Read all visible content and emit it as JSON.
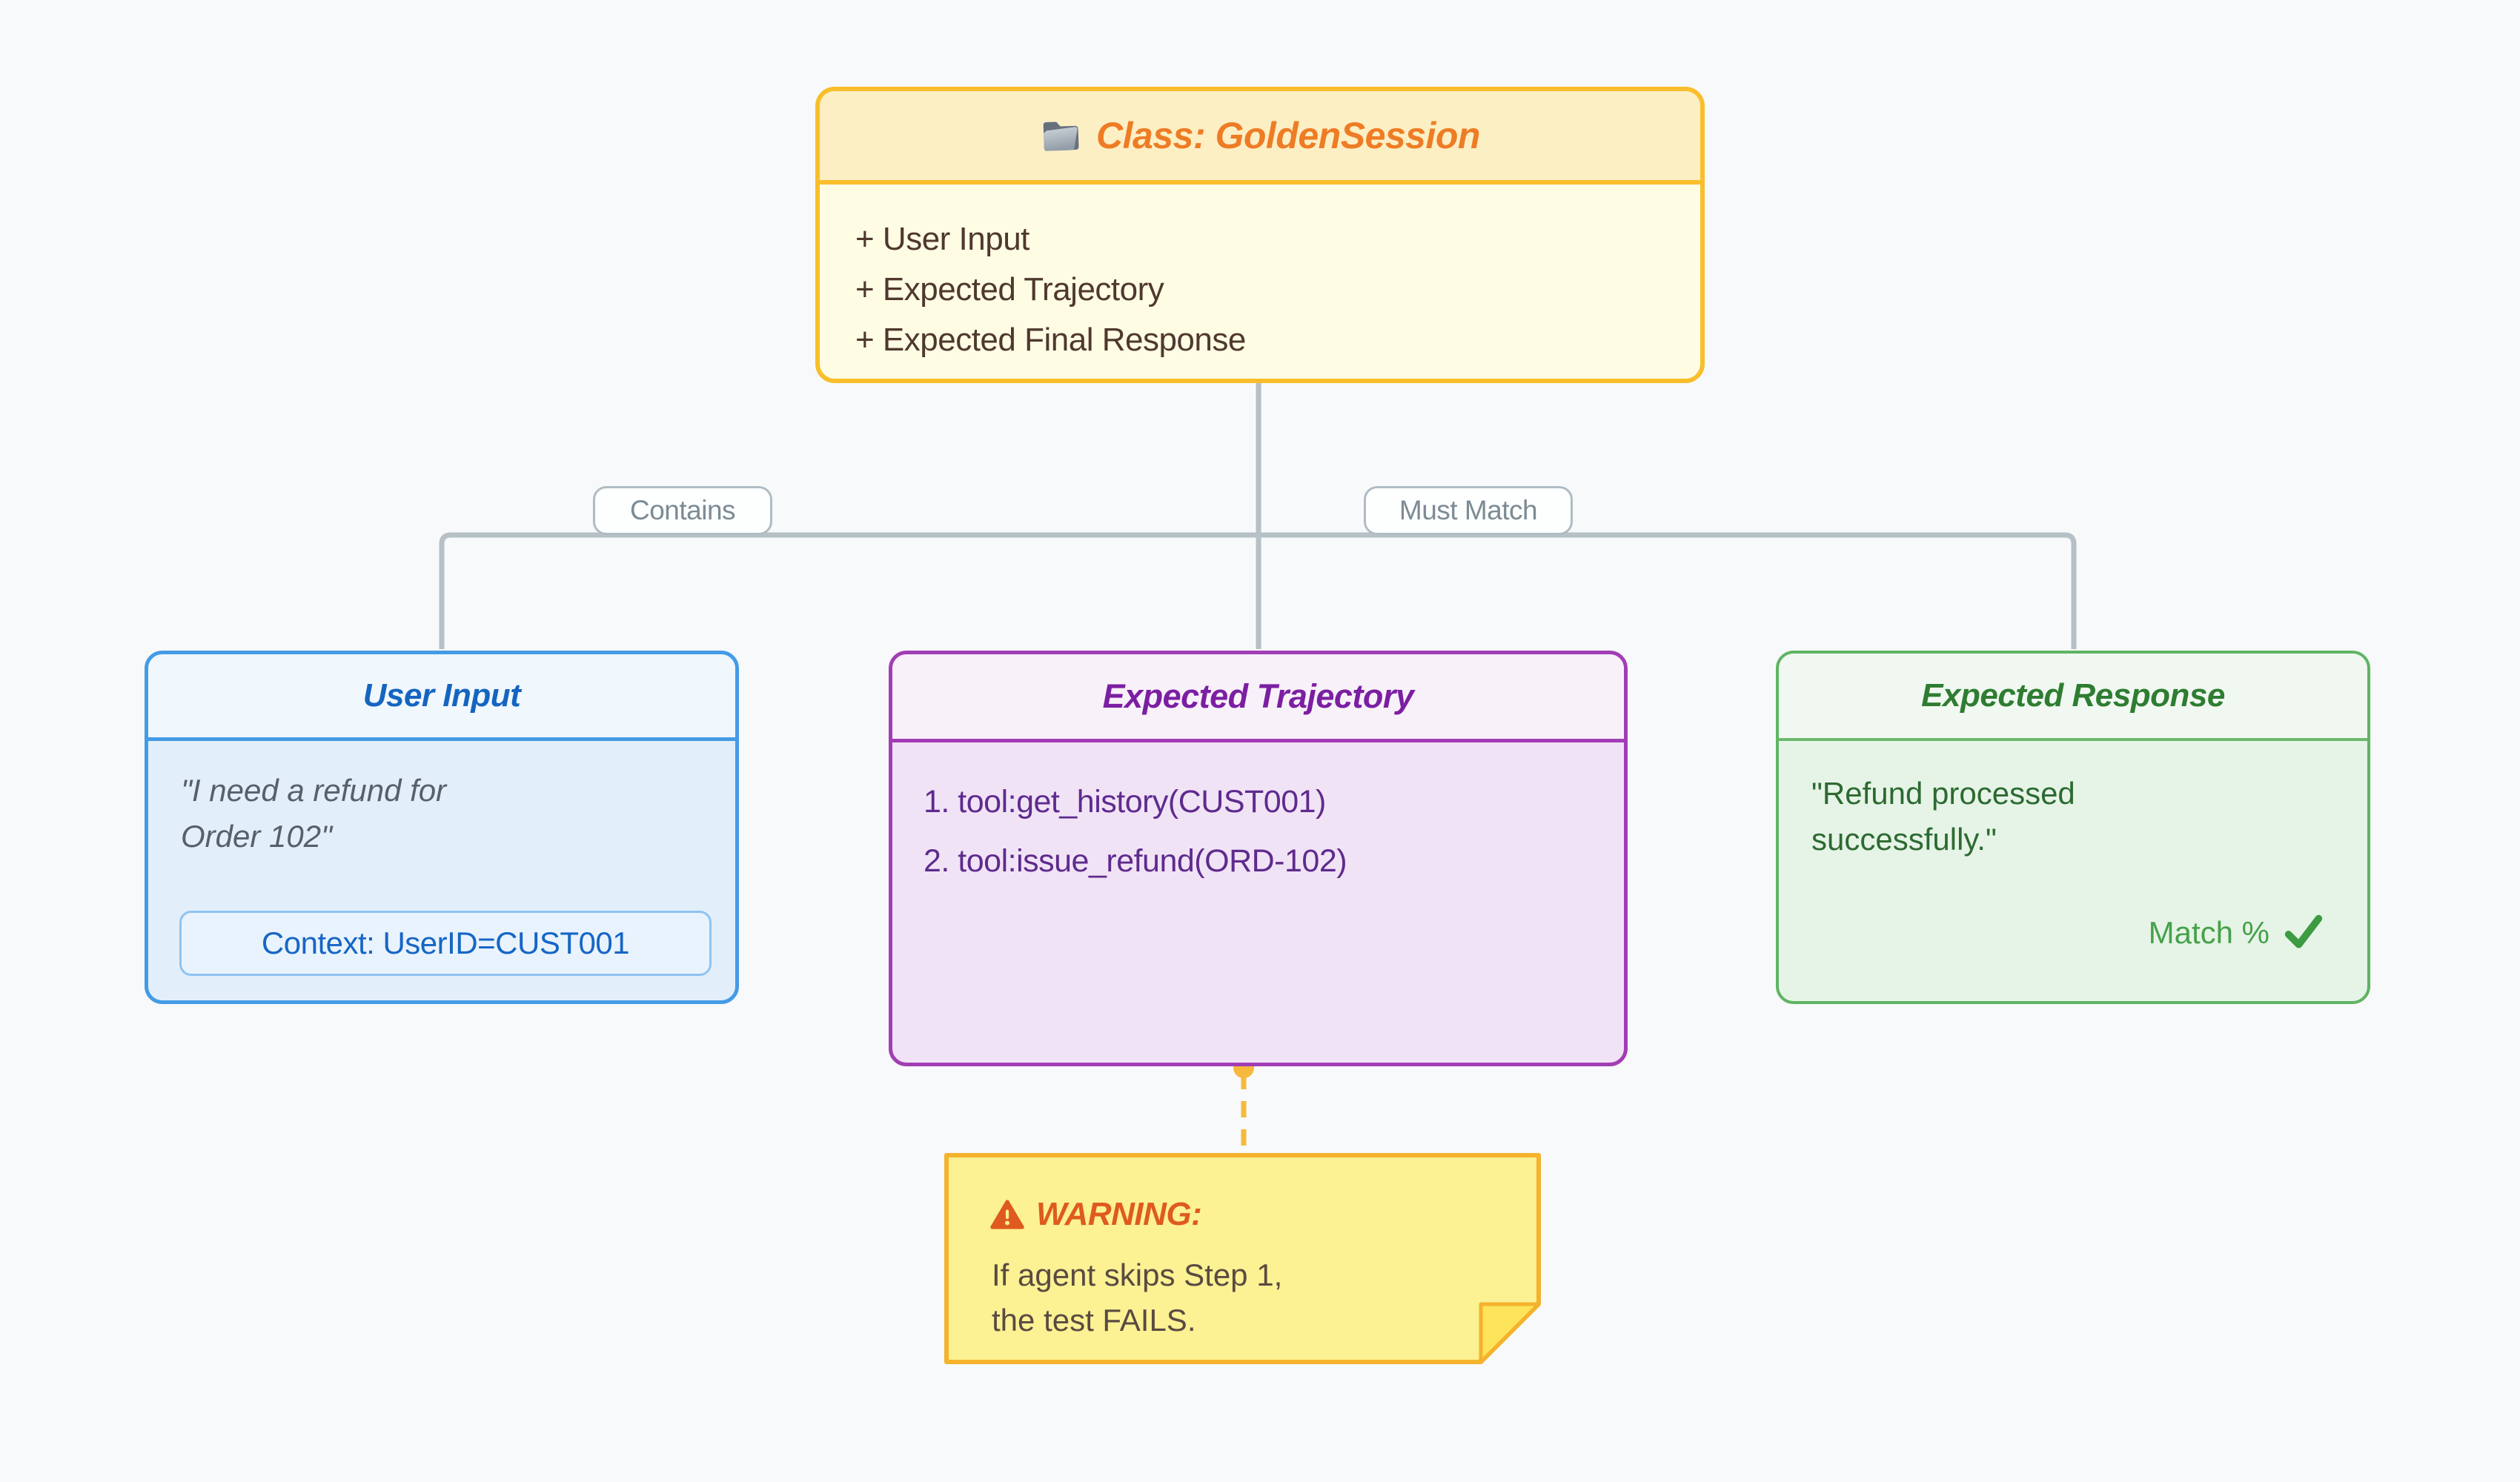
{
  "diagram": {
    "background": "#F8F9FA",
    "class_box": {
      "icon": "folder-icon",
      "title": "Class: GoldenSession",
      "attributes": [
        "+ User Input",
        "+ Expected Trajectory",
        "+ Expected Final Response"
      ],
      "border_color": "#F9BE2B",
      "title_color": "#EE7C25"
    },
    "edges": {
      "contains_label": "Contains",
      "must_match_label": "Must Match",
      "line_color": "#B6C0C7"
    },
    "user_input_box": {
      "title": "User Input",
      "quote_line1": "\"I need a refund for",
      "quote_line2": "Order 102\"",
      "context_value": "Context: UserID=CUST001",
      "border_color": "#449BE6",
      "title_color": "#1565C0"
    },
    "trajectory_box": {
      "title": "Expected Trajectory",
      "steps": [
        "1. tool:get_history(CUST001)",
        "2. tool:issue_refund(ORD-102)"
      ],
      "border_color": "#A23EB5",
      "title_color": "#7B1FA2"
    },
    "response_box": {
      "title": "Expected Response",
      "quote_line1": "\"Refund processed",
      "quote_line2": "successfully.\"",
      "match_label": "Match %",
      "check_icon": "check-icon",
      "border_color": "#5FB463",
      "title_color": "#2E7D32"
    },
    "warning_note": {
      "icon": "warning-icon",
      "title": "WARNING:",
      "line1": "If agent skips Step 1,",
      "line2": "the test FAILS.",
      "fill_color": "#FCF193",
      "border_color": "#F5B22C",
      "accent_color": "#DF5A1E",
      "connector_color": "#F6B93B"
    }
  }
}
